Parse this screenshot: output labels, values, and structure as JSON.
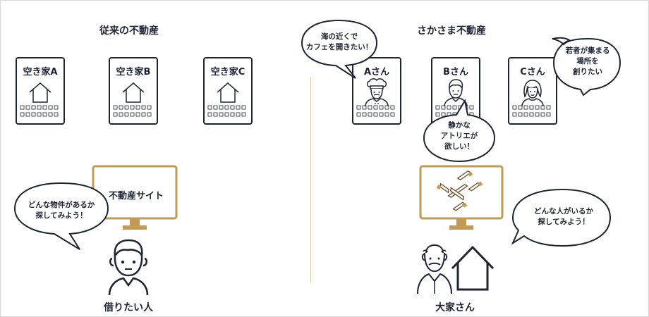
{
  "left": {
    "title": "従来の不動産",
    "cards": [
      {
        "label": "空き家A"
      },
      {
        "label": "空き家B"
      },
      {
        "label": "空き家C"
      }
    ],
    "monitor_label": "不動産サイト",
    "bubble": {
      "line1": "どんな物件があるか",
      "line2": "探してみよう！"
    },
    "person_caption": "借りたい人"
  },
  "right": {
    "title": "さかさま不動産",
    "cards": [
      {
        "label": "Aさん"
      },
      {
        "label": "Bさん"
      },
      {
        "label": "Cさん"
      }
    ],
    "bubble_a": {
      "line1": "海の近くで",
      "line2": "カフェを開きたい！"
    },
    "bubble_b": {
      "line1": "静かな",
      "line2": "アトリエが",
      "line3": "欲しい！"
    },
    "bubble_c": {
      "line1": "若者が集まる",
      "line2": "場所を",
      "line3": "創りたい"
    },
    "bubble_owner": {
      "line1": "どんな人がいるか",
      "line2": "探してみよう！"
    },
    "owner_caption": "大家さん"
  },
  "colors": {
    "ink": "#1f2433",
    "gold": "#c29a52",
    "divider": "#d9c79a",
    "border": "#d7d7d7"
  }
}
